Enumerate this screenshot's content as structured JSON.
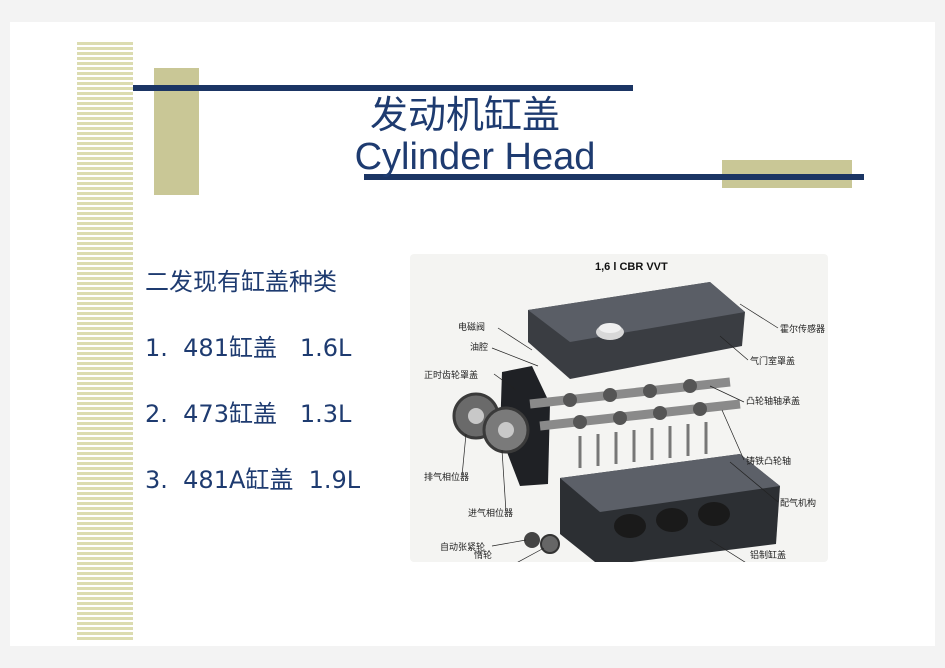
{
  "title": {
    "cn": "发动机缸盖",
    "en": "Cylinder  Head"
  },
  "list": [
    "二发现有缸盖种类",
    "1.  481缸盖   1.6L",
    "2.  473缸盖   1.3L",
    "3.  481A缸盖  1.9L"
  ],
  "figure": {
    "title": "1,6 l CBR VVT",
    "labels": {
      "sensor": "霍尔传感器",
      "solenoid": "电磁阀",
      "plug": "油腔",
      "cover": "气门室罩盖",
      "front_cover": "正时齿轮罩盖",
      "bearing_cap": "凸轮轴轴承盖",
      "camshaft": "铸铁凸轮轴",
      "exhaust_phaser": "排气相位器",
      "valvetrain": "配气机构",
      "intake_phaser": "进气相位器",
      "tensioner": "自动张紧轮",
      "head": "铝制缸盖",
      "idler": "惰轮"
    }
  },
  "colors": {
    "navy": "#1b3564",
    "olive": "#c9c796",
    "text": "#1e3b70"
  }
}
